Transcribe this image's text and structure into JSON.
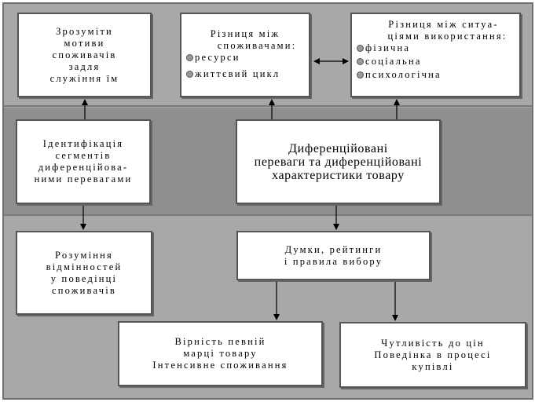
{
  "boxes": {
    "understand_motives": {
      "lines": [
        "Зрозуміти",
        "мотиви",
        "споживачів",
        "задля",
        "служіння їм"
      ]
    },
    "consumer_difference": {
      "title": [
        "Різниця між",
        "споживачами:"
      ],
      "bullets": [
        "ресурси",
        "життєвий цикл"
      ]
    },
    "situation_difference": {
      "title": [
        "Різниця між ситуа-",
        "ціями використання:"
      ],
      "bullets": [
        "фізична",
        "соціальна",
        "психологічна"
      ]
    },
    "segment_identification": {
      "lines": [
        "Ідентифікація",
        "сегментів",
        "диференційова-",
        "ними перевагами"
      ]
    },
    "differentiated_advantages": {
      "lines": [
        "Диференційовані",
        "переваги та диференційовані",
        "характеристики товару"
      ]
    },
    "behavior_understanding": {
      "lines": [
        "Розуміння",
        "відмінностей",
        "у поведінці",
        "споживачів"
      ]
    },
    "opinions_ratings": {
      "lines": [
        "Думки, рейтинги",
        "і правила вибору"
      ]
    },
    "brand_loyalty": {
      "lines": [
        "Вірність певній",
        "марці товару",
        "Інтенсивне споживання"
      ]
    },
    "price_sensitivity": {
      "lines": [
        "Чутливість до цін",
        "Поведінка в процесі",
        "купівлі"
      ]
    }
  }
}
